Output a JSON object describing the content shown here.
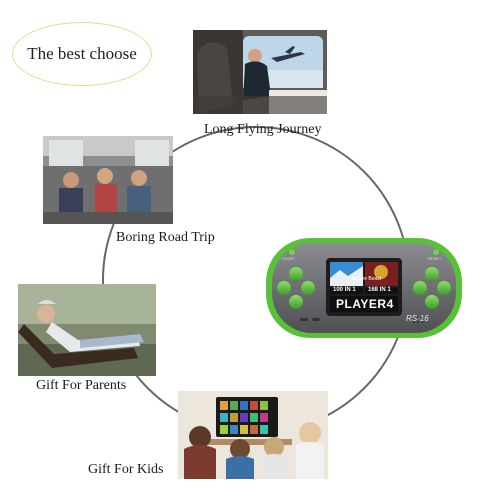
{
  "badge": {
    "text": "The best choose"
  },
  "captions": {
    "flying": "Long Flying Journey",
    "road": "Boring Road Trip",
    "parents": "Gift For Parents",
    "kids": "Gift For Kids"
  },
  "device": {
    "brand": "PLAYER4",
    "model": "RS-16",
    "screen_left_text": "100 IN 1",
    "screen_right_text": "168 IN 1",
    "screen_right_title": "Nature Beast",
    "left_top_label": "START",
    "right_top_label": "RESET"
  },
  "colors": {
    "accent": "#59c03a",
    "body": "#6b6d70",
    "circle": "#666666"
  }
}
